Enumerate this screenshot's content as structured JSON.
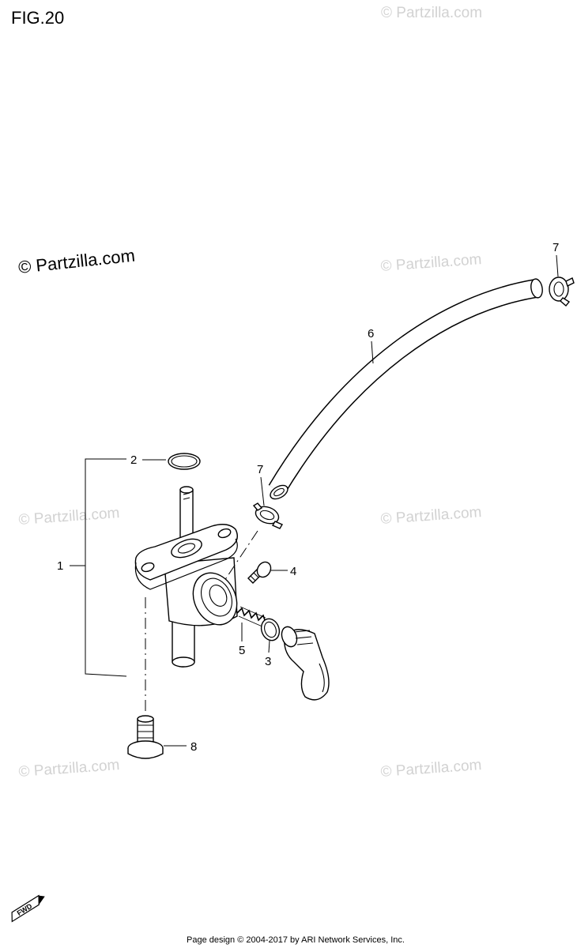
{
  "figure": {
    "title": "FIG.20"
  },
  "watermarks": {
    "main": "© Partzilla.com",
    "faint": "© Partzilla.com"
  },
  "callouts": {
    "c1": "1",
    "c2": "2",
    "c3": "3",
    "c4": "4",
    "c5": "5",
    "c6": "6",
    "c7_top": "7",
    "c7_mid": "7",
    "c8": "8"
  },
  "fwd_badge": {
    "label": "FWD"
  },
  "footer": {
    "text": "Page design © 2004-2017 by ARI Network Services, Inc."
  }
}
